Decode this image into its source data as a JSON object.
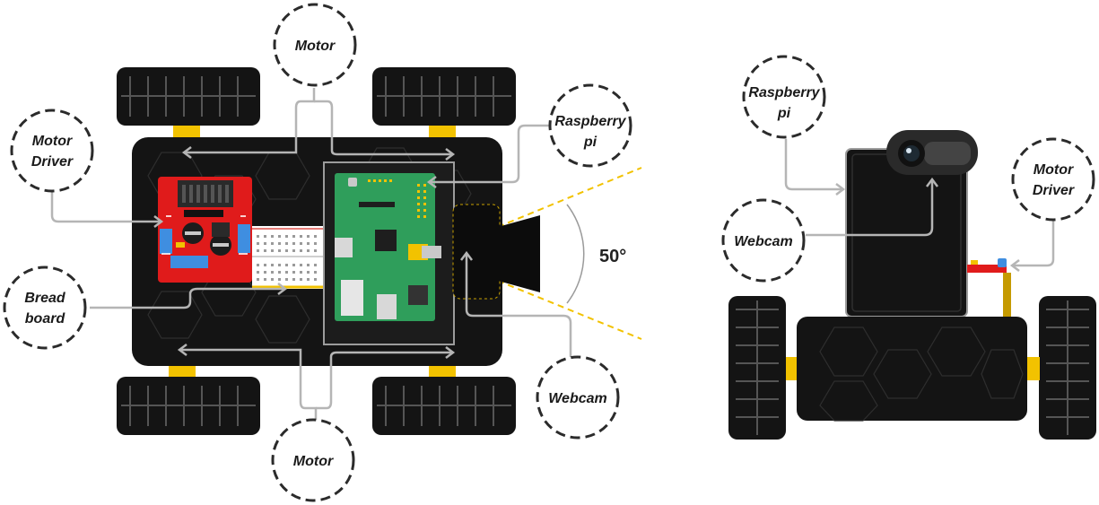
{
  "labels": {
    "motor_top": "Motor",
    "motor_bottom": "Motor",
    "motor_driver_left_line1": "Motor",
    "motor_driver_left_line2": "Driver",
    "breadboard_line1": "Bread",
    "breadboard_line2": "board",
    "raspberry_left_line1": "Raspberry",
    "raspberry_left_line2": "pi",
    "webcam_left": "Webcam",
    "raspberry_right_line1": "Raspberry",
    "raspberry_right_line2": "pi",
    "webcam_right": "Webcam",
    "motor_driver_right_line1": "Motor",
    "motor_driver_right_line2": "Driver"
  },
  "camera_angle": "50°",
  "colors": {
    "chassis": "#141414",
    "motor_driver_board": "#e01b1b",
    "raspberry_pi_board": "#2f9e5b",
    "motor_mount": "#f2c200",
    "fov_line": "#f2c200",
    "connector": "#b5b5b5"
  }
}
